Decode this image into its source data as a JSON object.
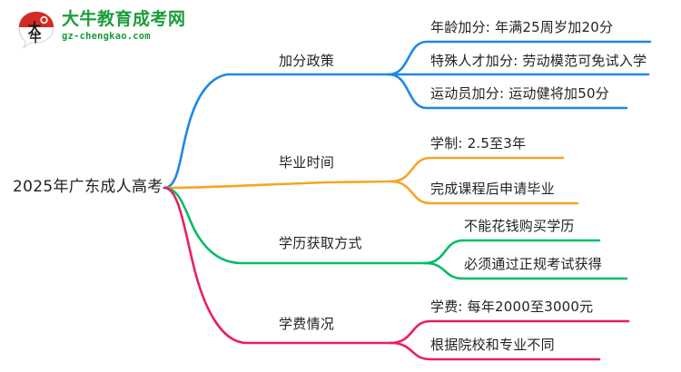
{
  "logo": {
    "mark_name": "daniu-bull-speech-bubble-logo",
    "brand_cn": "大牛教育成考网",
    "brand_url": "gz-chengkao.com",
    "mark_text": "大牛",
    "brand_color": "#1a9c3c",
    "mark_color": "#d42a21"
  },
  "mindmap": {
    "root": {
      "label": "2025年广东成人高考"
    },
    "branches": [
      {
        "label": "加分政策",
        "color": "#1E88E5",
        "leaves": [
          {
            "label": "年龄加分: 年满25周岁加20分"
          },
          {
            "label": "特殊人才加分: 劳动模范可免试入学"
          },
          {
            "label": "运动员加分: 运动健将加50分"
          }
        ]
      },
      {
        "label": "毕业时间",
        "color": "#F5A623",
        "leaves": [
          {
            "label": "学制: 2.5至3年"
          },
          {
            "label": "完成课程后申请毕业"
          }
        ]
      },
      {
        "label": "学历获取方式",
        "color": "#00BD68",
        "leaves": [
          {
            "label": "不能花钱购买学历"
          },
          {
            "label": "必须通过正规考试获得"
          }
        ]
      },
      {
        "label": "学费情况",
        "color": "#E91E63",
        "leaves": [
          {
            "label": "学费: 每年2000至3000元"
          },
          {
            "label": "根据院校和专业不同"
          }
        ]
      }
    ]
  }
}
